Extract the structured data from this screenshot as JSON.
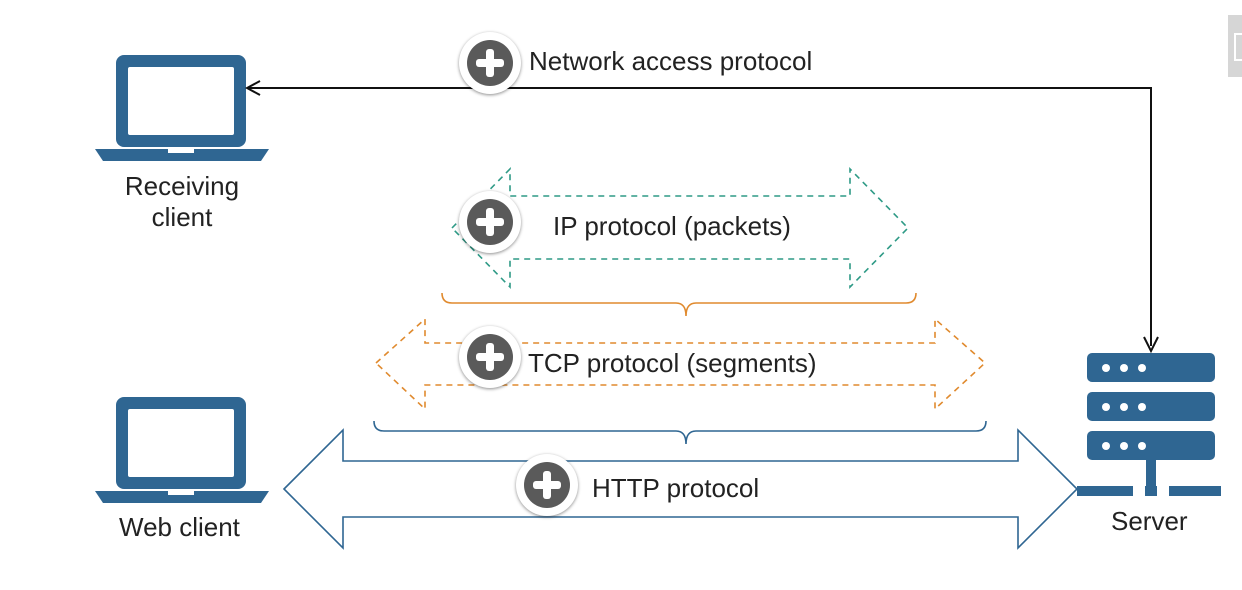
{
  "colors": {
    "device_blue": "#2f6692",
    "ip_teal": "#2e9a86",
    "tcp_orange": "#e08a2e",
    "http_blue": "#2f6692",
    "brace_orange": "#e08a2e",
    "brace_blue": "#2f6692",
    "line_black": "#111111",
    "button_gray": "#5a5a5a"
  },
  "nodes": {
    "receiving_client": {
      "label": "Receiving\nclient",
      "icon": "laptop-icon"
    },
    "web_client": {
      "label": "Web client",
      "icon": "laptop-icon"
    },
    "server": {
      "label": "Server",
      "icon": "server-icon"
    }
  },
  "connections": {
    "network_access": {
      "label": "Network access protocol",
      "button": "plus-circle-icon"
    },
    "ip": {
      "label": "IP protocol (packets)",
      "button": "plus-circle-icon",
      "style": "dashed"
    },
    "tcp": {
      "label": "TCP protocol (segments)",
      "button": "plus-circle-icon",
      "style": "dashed"
    },
    "http": {
      "label": "HTTP protocol",
      "button": "plus-circle-icon",
      "style": "solid"
    }
  }
}
